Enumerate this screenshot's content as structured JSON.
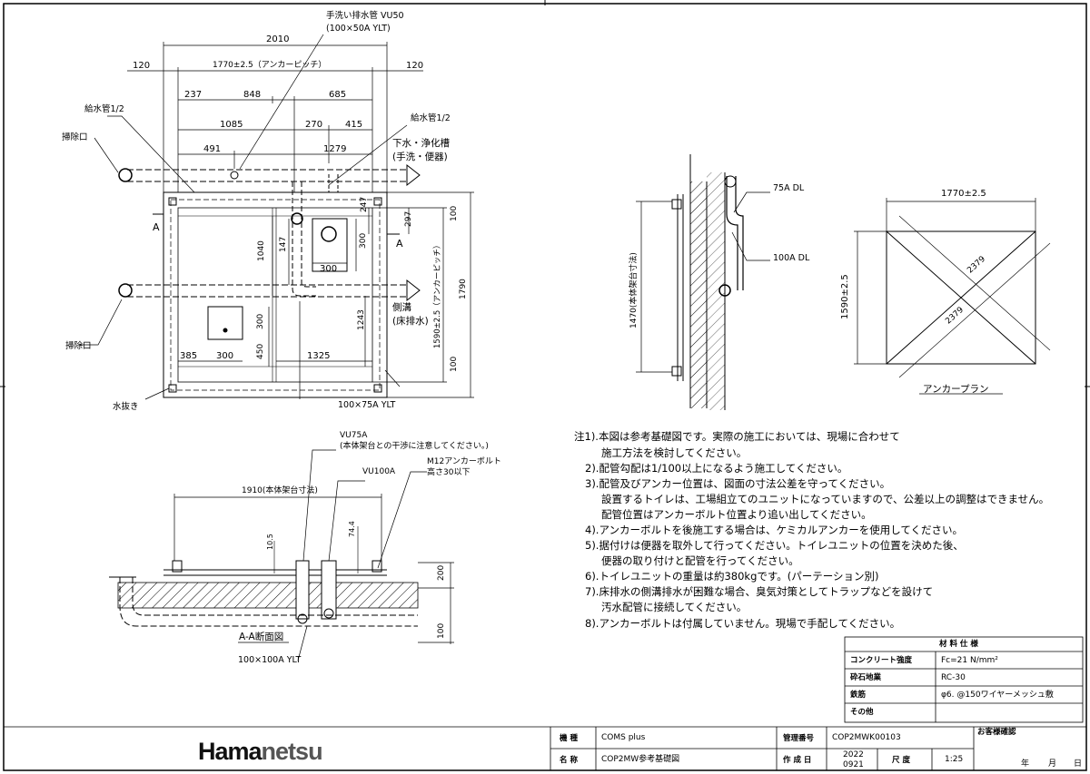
{
  "plan": {
    "dim_top_total": "2010",
    "dim_edge_left": "120",
    "dim_edge_right": "120",
    "dim_anchor_pitch_x": "1770±2.5（アンカーピッチ）",
    "dim_237": "237",
    "dim_848": "848",
    "dim_685": "685",
    "dim_1085": "1085",
    "dim_270": "270",
    "dim_415": "415",
    "dim_491": "491",
    "dim_1279": "1279",
    "dim_247": "247",
    "dim_297": "297",
    "dim_1040": "1040",
    "dim_147": "147",
    "dim_300_a": "300",
    "dim_300_b": "300",
    "dim_300_c": "300",
    "dim_300_d": "300",
    "dim_1243": "1243",
    "dim_450": "450",
    "dim_385": "385",
    "dim_1325": "1325",
    "dim_100_top": "100",
    "dim_100_bot": "100",
    "dim_1590": "1590±2.5（アンカーピッチ）",
    "dim_1790": "1790",
    "label_handwash_drain": "手洗い排水管 VU50",
    "label_handwash_drain_sub": "(100×50A YLT)",
    "label_supply_left": "給水管1/2",
    "label_supply_right": "給水管1/2",
    "label_cleanout_top": "掃除口",
    "label_cleanout_bottom": "掃除口",
    "label_sewer": "下水・浄化槽",
    "label_sewer_sub": "(手洗・便器)",
    "label_gutter": "側溝",
    "label_gutter_sub": "(床排水)",
    "label_drain_hole": "水抜き",
    "label_ylt": "100×75A YLT",
    "section_mark_left": "A",
    "section_mark_right": "A"
  },
  "side_view": {
    "label_75a": "75A DL",
    "label_100a": "100A DL",
    "dim_frame": "1470(本体架台寸法)"
  },
  "anchor_plan": {
    "dim_w": "1770±2.5",
    "dim_h": "1590±2.5",
    "dim_diag1": "2379",
    "dim_diag2": "2379",
    "title": "アンカープラン"
  },
  "section": {
    "label_vu75": "VU75A",
    "label_vu75_sub": "(本体架台との干渉に注意してください。)",
    "label_vu100": "VU100A",
    "label_m12": "M12アンカーボルト",
    "label_m12_sub": "高さ30以下",
    "dim_1910": "1910(本体架台寸法)",
    "dim_105": "10.5",
    "dim_744": "74.4",
    "dim_200": "200",
    "dim_100": "100",
    "title": "A-A断面図",
    "label_ylt": "100×100A YLT"
  },
  "notes": [
    "注1).本図は参考基礎図です。実際の施工においては、現場に合わせて",
    "施工方法を検討してください。",
    "2).配管勾配は1/100以上になるよう施工してください。",
    "3).配管及びアンカー位置は、図面の寸法公差を守ってください。",
    "設置するトイレは、工場組立てのユニットになっていますので、公差以上の調整はできません。",
    "配管位置はアンカーボルト位置より追い出してください。",
    "4).アンカーボルトを後施工する場合は、ケミカルアンカーを使用してください。",
    "5).据付けは便器を取外して行ってください。トイレユニットの位置を決めた後、",
    "便器の取り付けと配管を行ってください。",
    "6).トイレユニットの重量は約380kgです。(パーテーション別)",
    "7).床排水の側溝排水が困難な場合、臭気対策としてトラップなどを設けて",
    "汚水配管に接続してください。",
    "8).アンカーボルトは付属していません。現場で手配してください。"
  ],
  "material_table": {
    "header": "材 料 仕 様",
    "rows": [
      {
        "label": "コンクリート強度",
        "value": "Fc=21 N/mm²"
      },
      {
        "label": "砕石地業",
        "value": "RC-30"
      },
      {
        "label": "鉄筋",
        "value": "φ6. @150ワイヤーメッシュ敷"
      },
      {
        "label": "その他",
        "value": ""
      }
    ]
  },
  "title_block": {
    "logo_a": "Hama",
    "logo_b": "netsu",
    "type_label": "機 種",
    "type_value": "COMS plus",
    "name_label": "名 称",
    "name_value": "COP2MW参考基礎図",
    "mgmt_label": "管理番号",
    "mgmt_value": "COP2MWK00103",
    "date_label": "作 成 日",
    "date_year": "2022",
    "date_md": "0921",
    "scale_label": "尺 度",
    "scale_value": "1:25",
    "confirm_label": "お客様確認",
    "year_label": "年",
    "month_label": "月",
    "day_label": "日"
  }
}
